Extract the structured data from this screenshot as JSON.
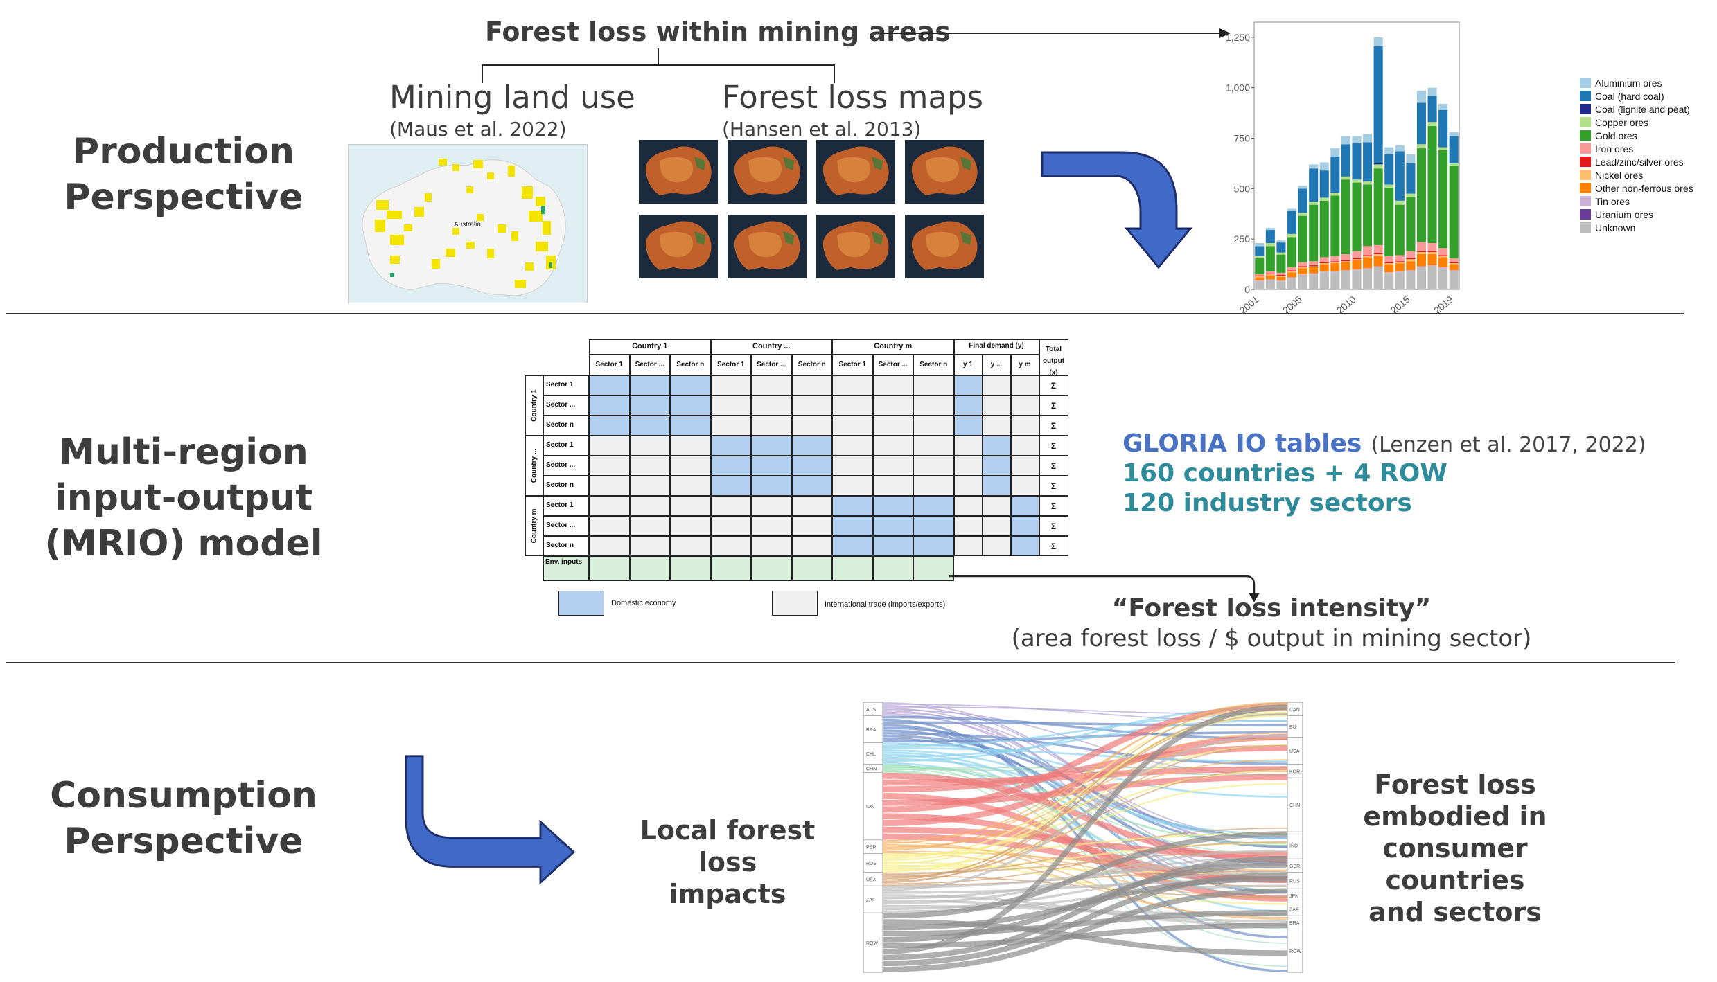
{
  "sections": {
    "production": "Production\nPerspective",
    "mrio": "Multi-region\ninput-output\n(MRIO) model",
    "consumption": "Consumption\nPerspective"
  },
  "production": {
    "forest_loss_title": "Forest loss within mining areas",
    "mining_land_use": "Mining land use",
    "mining_ref": "(Maus et al. 2022)",
    "forest_loss_maps": "Forest loss maps",
    "forest_ref": "(Hansen et al. 2013)",
    "map_label": "Australia"
  },
  "chart_data": {
    "type": "bar",
    "stacked": true,
    "categories": [
      "2001",
      "2002",
      "2003",
      "2004",
      "2005",
      "2006",
      "2007",
      "2008",
      "2009",
      "2010",
      "2011",
      "2012",
      "2013",
      "2014",
      "2015",
      "2016",
      "2017",
      "2018",
      "2019"
    ],
    "x_tick_labels": [
      "2001",
      "2005",
      "2010",
      "2015",
      "2019"
    ],
    "ylim": [
      0,
      1250
    ],
    "y_ticks": [
      0,
      250,
      500,
      750,
      1000,
      1250
    ],
    "legend_position": "right",
    "series": [
      {
        "name": "Unknown",
        "color": "#bdbdbd",
        "values": [
          40,
          45,
          40,
          55,
          70,
          75,
          85,
          85,
          90,
          95,
          100,
          110,
          80,
          85,
          90,
          110,
          115,
          105,
          90
        ]
      },
      {
        "name": "Uranium ores",
        "color": "#6a3d9a",
        "values": [
          0,
          0,
          0,
          0,
          0,
          0,
          0,
          0,
          0,
          0,
          0,
          0,
          0,
          0,
          0,
          0,
          0,
          0,
          0
        ]
      },
      {
        "name": "Tin ores",
        "color": "#cab2d6",
        "values": [
          5,
          5,
          5,
          5,
          5,
          5,
          5,
          5,
          5,
          5,
          5,
          5,
          5,
          5,
          5,
          5,
          5,
          5,
          5
        ]
      },
      {
        "name": "Other non-ferrous ores",
        "color": "#ff7f00",
        "values": [
          15,
          20,
          18,
          25,
          30,
          30,
          35,
          40,
          40,
          45,
          55,
          50,
          40,
          40,
          45,
          60,
          55,
          50,
          30
        ]
      },
      {
        "name": "Nickel ores",
        "color": "#fdbf6f",
        "values": [
          5,
          5,
          5,
          5,
          5,
          5,
          5,
          5,
          5,
          5,
          5,
          10,
          5,
          5,
          10,
          10,
          10,
          5,
          5
        ]
      },
      {
        "name": "Lead/zinc/silver ores",
        "color": "#e31a1c",
        "values": [
          5,
          5,
          5,
          5,
          5,
          5,
          5,
          5,
          5,
          5,
          5,
          5,
          5,
          5,
          5,
          5,
          5,
          5,
          5
        ]
      },
      {
        "name": "Iron ores",
        "color": "#fb9a99",
        "values": [
          5,
          10,
          10,
          15,
          20,
          20,
          25,
          25,
          30,
          35,
          45,
          40,
          30,
          30,
          35,
          45,
          40,
          35,
          20
        ]
      },
      {
        "name": "Gold ores",
        "color": "#33a02c",
        "values": [
          80,
          125,
          90,
          150,
          230,
          280,
          280,
          300,
          370,
          340,
          305,
          380,
          340,
          250,
          270,
          465,
          580,
          485,
          460
        ]
      },
      {
        "name": "Copper ores",
        "color": "#b2df8a",
        "values": [
          10,
          15,
          10,
          15,
          15,
          15,
          15,
          15,
          15,
          15,
          15,
          20,
          15,
          20,
          15,
          20,
          20,
          15,
          10
        ]
      },
      {
        "name": "Coal (lignite and peat)",
        "color": "#1f2a8a",
        "values": [
          0,
          0,
          0,
          0,
          0,
          0,
          0,
          0,
          0,
          0,
          0,
          5,
          0,
          0,
          0,
          0,
          0,
          0,
          0
        ]
      },
      {
        "name": "Coal (hard coal)",
        "color": "#1f78b4",
        "values": [
          50,
          65,
          50,
          115,
          120,
          165,
          135,
          180,
          160,
          180,
          195,
          580,
          150,
          245,
          150,
          205,
          130,
          185,
          135
        ]
      },
      {
        "name": "Aluminium ores",
        "color": "#a6cee3",
        "values": [
          15,
          10,
          10,
          10,
          15,
          20,
          40,
          40,
          40,
          35,
          40,
          45,
          35,
          30,
          45,
          60,
          40,
          30,
          20
        ]
      }
    ]
  },
  "mrio": {
    "col_groups": [
      "Country 1",
      "Country ...",
      "Country m",
      "Final demand (y)",
      "Total output (x)"
    ],
    "sector_labels": [
      "Sector 1",
      "Sector ...",
      "Sector n"
    ],
    "fd_labels": [
      "y 1",
      "y ...",
      "y m"
    ],
    "row_groups": [
      "Country 1",
      "Country ...",
      "Country m"
    ],
    "sum_symbol": "Σ",
    "env_label": "Env. inputs",
    "legend_domestic": "Domestic economy",
    "legend_trade": "International trade (imports/exports)",
    "colors": {
      "domestic": "#b4d0f0",
      "trade": "#f0f0f0",
      "env": "#d9efdc"
    }
  },
  "gloria": {
    "title": "GLORIA IO tables",
    "ref": "(Lenzen et al. 2017, 2022)",
    "line2": "160 countries + 4 ROW",
    "line3": "120 industry sectors",
    "title_color": "#4a72c4",
    "teal_color": "#2e8b9a"
  },
  "intensity": {
    "title": "“Forest loss intensity”",
    "subtitle": "(area forest loss / $ output in mining sector)"
  },
  "consumption": {
    "local_impacts": "Local forest loss\nimpacts",
    "embodied": "Forest loss\nembodied in\nconsumer countries\nand sectors"
  },
  "sankey": {
    "left_labels": [
      "AUS",
      "BRA",
      "CHL",
      "CHN",
      "IDN",
      "PER",
      "RUS",
      "USA",
      "ZAF",
      "ROW"
    ],
    "right_labels": [
      "CAN",
      "EU",
      "USA",
      "KOR",
      "CHN",
      "IND",
      "GBR",
      "RUS",
      "JPN",
      "ZAF",
      "BRA",
      "ROW"
    ]
  },
  "arrow_color": "#4169c8"
}
